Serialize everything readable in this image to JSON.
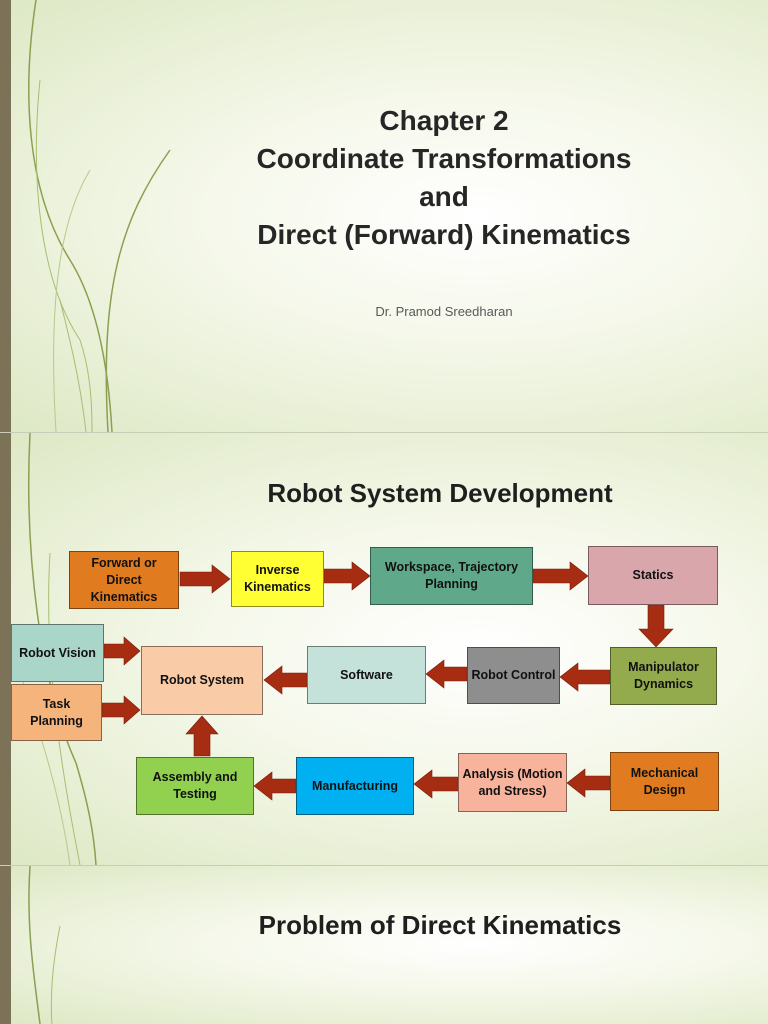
{
  "slide1": {
    "title_lines": [
      "Chapter 2",
      "Coordinate Transformations",
      "and",
      "Direct (Forward) Kinematics"
    ],
    "author": "Dr. Pramod Sreedharan"
  },
  "slide2": {
    "title": "Robot System Development",
    "boxes": {
      "forward": "Forward or Direct Kinematics",
      "inverse": "Inverse Kinematics",
      "workspace": "Workspace, Trajectory Planning",
      "statics": "Statics",
      "vision": "Robot Vision",
      "task": "Task Planning",
      "robot_system": "Robot System",
      "software": "Software",
      "control": "Robot Control",
      "dynamics": "Manipulator Dynamics",
      "assembly": "Assembly and Testing",
      "manufacturing": "Manufacturing",
      "analysis": "Analysis (Motion and Stress)",
      "mechanical": "Mechanical Design"
    },
    "colors": {
      "forward": "#e07b1f",
      "inverse": "#ffff33",
      "workspace": "#5fa88a",
      "statics": "#d9a7ab",
      "vision": "#a9d6c8",
      "task": "#f4b47c",
      "robot_system": "#f9cba6",
      "software": "#c4e1da",
      "control": "#8e8e8e",
      "dynamics": "#93ab4c",
      "assembly": "#92d050",
      "manufacturing": "#00b0f0",
      "analysis": "#f8b39c",
      "mechanical": "#e07b1f",
      "arrow": "#a62c12",
      "accent": "#b83517"
    }
  },
  "slide3": {
    "title": "Problem of Direct Kinematics"
  }
}
